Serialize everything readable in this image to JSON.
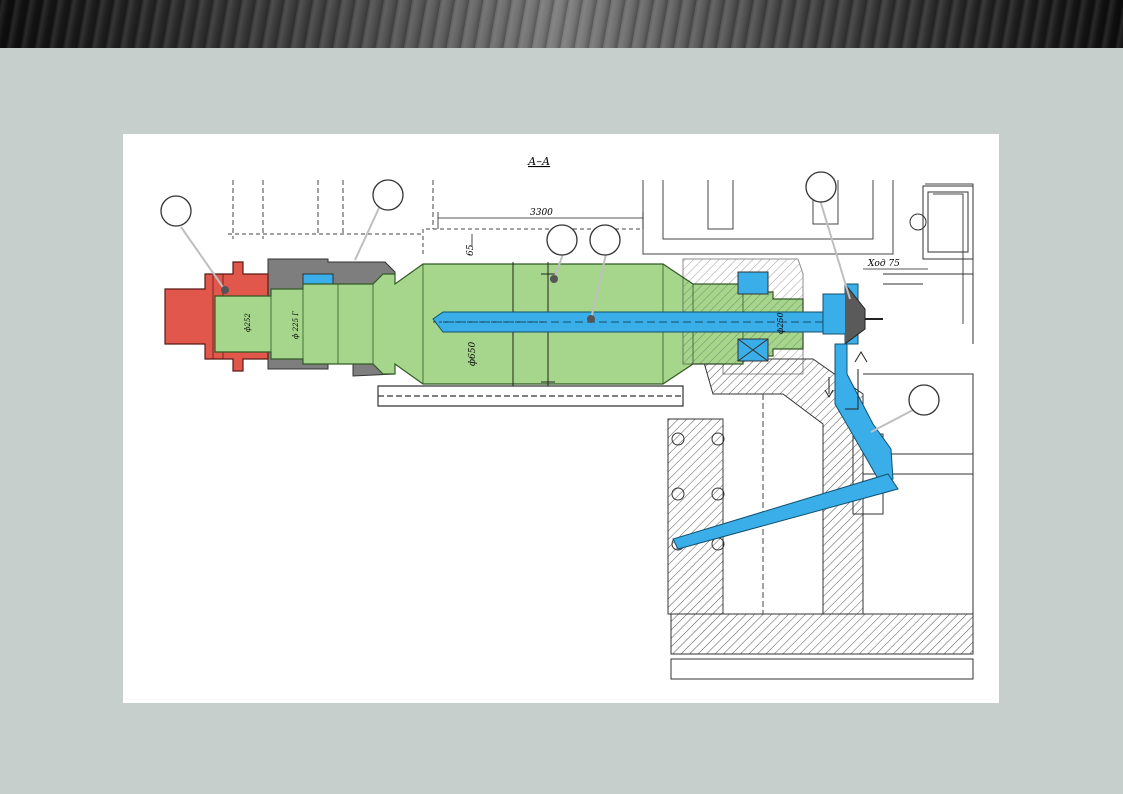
{
  "drawing": {
    "section_label": "А–А",
    "dim_length": "3300",
    "dim_65": "65",
    "dim_diameter_650": "ф650",
    "dim_diameter_250": "ф250",
    "dim_stroke": "Ход 75",
    "dim_shaft_a": "ф 225 Г",
    "dim_shaft_b": "ф252"
  },
  "callouts": [
    {
      "label": "",
      "target": "red flange"
    },
    {
      "label": "",
      "target": "left bearing housing"
    },
    {
      "label": "",
      "target": "roll body"
    },
    {
      "label": "",
      "target": "axial cooling channel"
    },
    {
      "label": "",
      "target": "rotary joint"
    },
    {
      "label": "",
      "target": "coolant pipe"
    }
  ],
  "colors": {
    "background": "#c6cfcc",
    "flange_red": "#e2574c",
    "roll_green": "#a5d68c",
    "coolant_blue": "#39aee8",
    "housing_gray": "#7e7e7e",
    "hatching": "#555555"
  }
}
